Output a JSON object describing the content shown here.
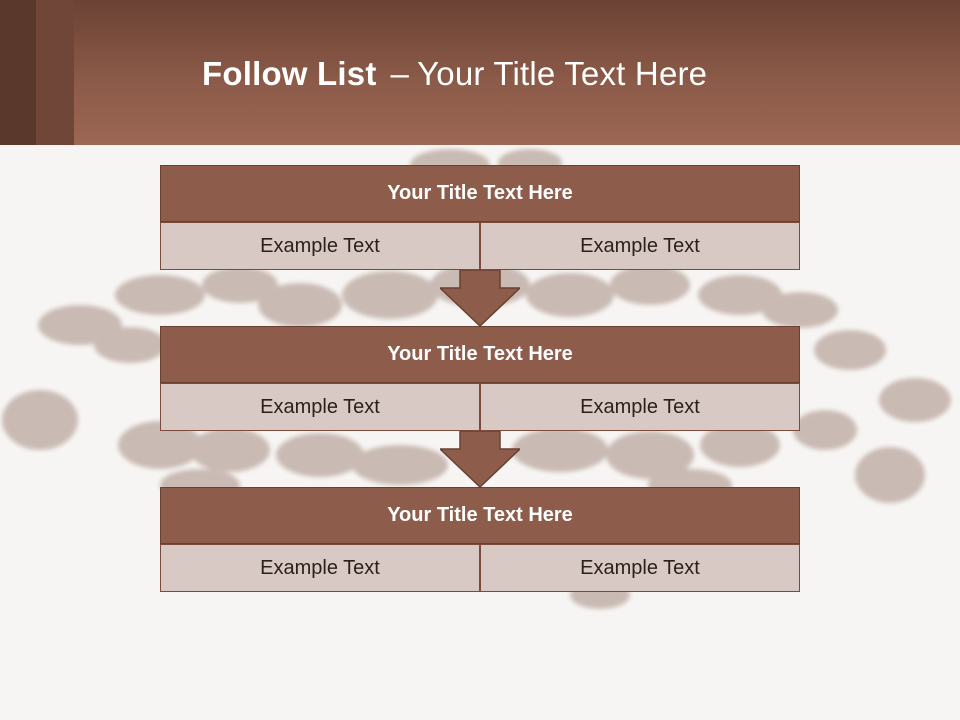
{
  "header": {
    "title_bold": "Follow List",
    "title_dash": "–",
    "title_rest": "Your Title Text Here"
  },
  "colors": {
    "header_brown": "#8b5a48",
    "card_title_fill": "#8e5c4b",
    "cell_fill": "#d8c9c4",
    "background": "#f7f5f3"
  },
  "steps": [
    {
      "title": "Your Title Text Here",
      "left": "Example Text",
      "right": "Example Text"
    },
    {
      "title": "Your Title Text Here",
      "left": "Example Text",
      "right": "Example Text"
    },
    {
      "title": "Your Title Text Here",
      "left": "Example Text",
      "right": "Example Text"
    }
  ],
  "icons": {
    "connector": "down-arrow-icon",
    "background_image": "coffee-beans"
  }
}
